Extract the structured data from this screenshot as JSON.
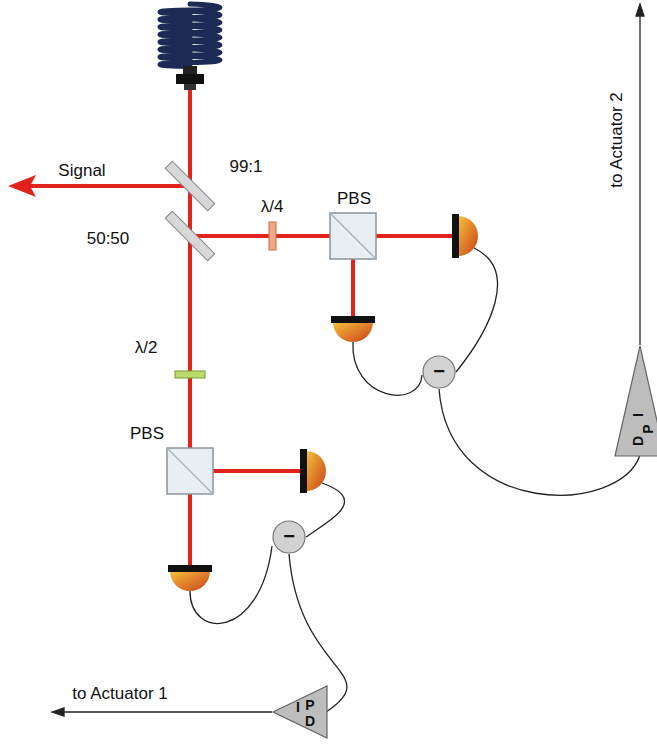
{
  "diagram": {
    "nodes": [
      {
        "text": [
          "−"
        ]
      },
      {
        "text": [
          "P",
          "I",
          "D"
        ]
      },
      {
        "text": [
          "−"
        ]
      },
      {
        "text": [
          "I",
          "P",
          "D"
        ]
      }
    ],
    "edges": [
      {
        "from": 0,
        "to": 1,
        "arrow": "none"
      },
      {
        "from": 2,
        "to": 3,
        "arrow": "none"
      }
    ],
    "labels": [
      "Signal",
      "99:1",
      "50:50",
      "λ/4",
      "PBS",
      "λ/2",
      "PBS",
      "to Actuator 2",
      "to Actuator 1"
    ]
  }
}
